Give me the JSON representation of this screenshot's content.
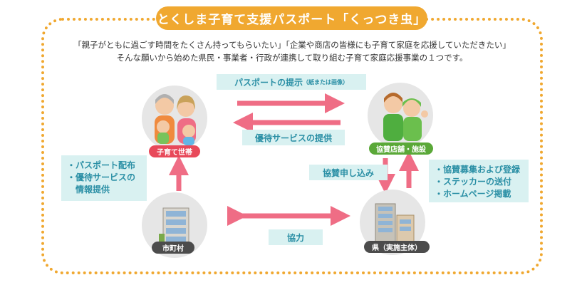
{
  "title": "とくしま子育て支援パスポート「くっつき虫」",
  "intro": {
    "line1": "「親子がともに過ごす時間をたくさん持ってもらいたい」「企業や商店の皆様にも子育て家庭を応援していただきたい」",
    "line2": "そんな願いから始めた県民・事業者・行政が連携して取り組む子育て家庭応援事業の１つです。"
  },
  "nodes": {
    "family": "子育て世帯",
    "shops": "協賛店舗・施設",
    "city": "市町村",
    "prefecture": "県（実施主体）"
  },
  "arrows": {
    "passport_main": "パスポートの提示",
    "passport_note": "（紙または画像）",
    "benefits": "優待サービスの提供",
    "apply": "協賛申し込み",
    "cooperation": "協力"
  },
  "left_box": [
    "・パスポート配布",
    "・優待サービスの",
    "　情報提供"
  ],
  "right_box": [
    "・協賛募集および登録",
    "・ステッカーの送付",
    "・ホームページ掲載"
  ],
  "colors": {
    "frame": "#f0a830",
    "arrow": "#ef6d85",
    "teal_bg": "#d9f1f1",
    "teal_text": "#2a8fa5"
  }
}
